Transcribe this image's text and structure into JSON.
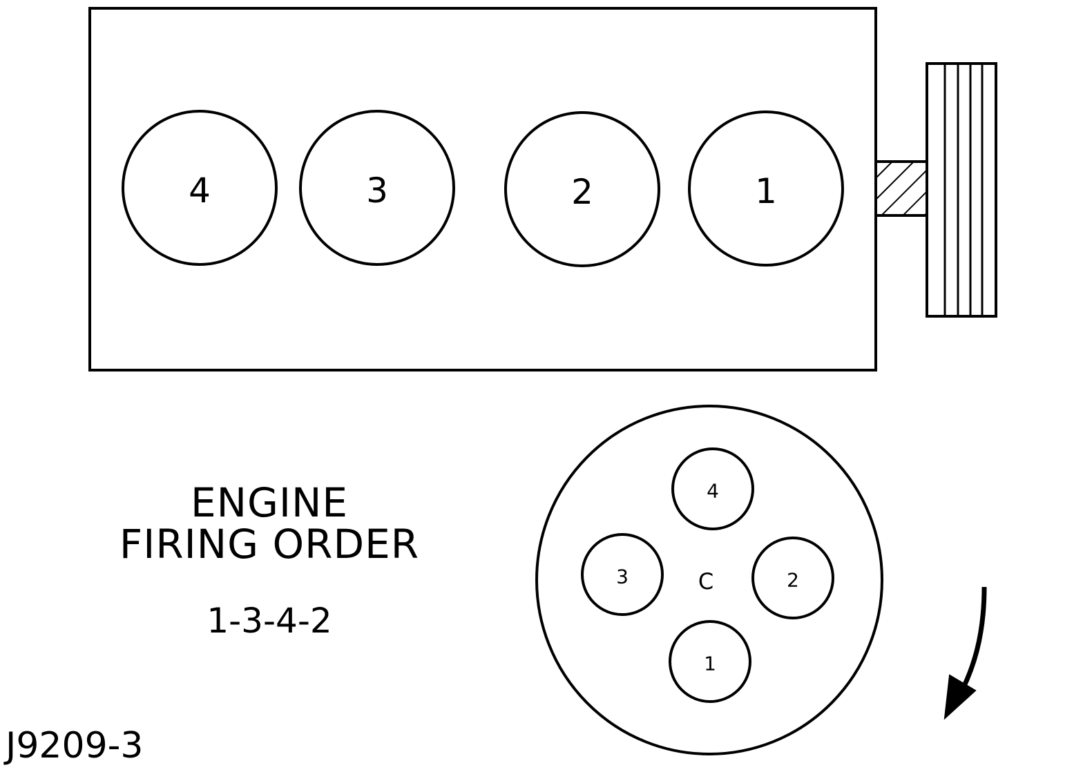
{
  "engine_block": {
    "cylinders": [
      {
        "label": "4"
      },
      {
        "label": "3"
      },
      {
        "label": "2"
      },
      {
        "label": "1"
      }
    ]
  },
  "distributor": {
    "center_label": "C",
    "terminals": [
      {
        "label": "4"
      },
      {
        "label": "3"
      },
      {
        "label": "2"
      },
      {
        "label": "1"
      }
    ],
    "rotation": "clockwise"
  },
  "title": {
    "line1": "ENGINE",
    "line2": "FIRING ORDER"
  },
  "firing_order": "1-3-4-2",
  "figure_code": "J9209-3",
  "colors": {
    "line": "#000000",
    "background": "#ffffff"
  }
}
